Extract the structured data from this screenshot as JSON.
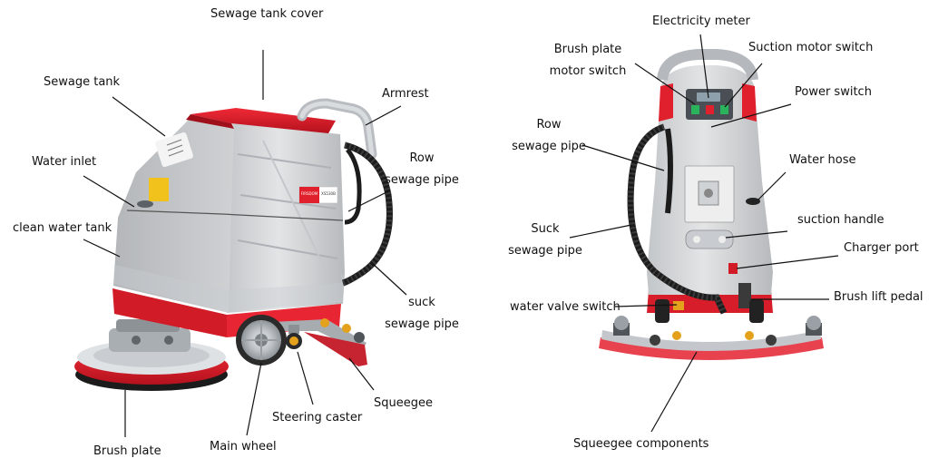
{
  "colors": {
    "body": "#d9dadb",
    "body_shadow": "#b9bbbd",
    "accent_red": "#e0202c",
    "dark_red": "#b1121e",
    "hose": "#1c1c1c",
    "metal": "#c9cdd1",
    "pad_red": "#e8424f",
    "text": "#111111"
  },
  "decals": {
    "brand": "FIRSDOM",
    "model": "XS530B"
  },
  "left_machine": {
    "labels": {
      "sewage_tank_cover": "Sewage tank cover",
      "sewage_tank": "Sewage tank",
      "armrest": "Armrest",
      "water_inlet": "Water inlet",
      "row_sewage_pipe_1": "Row",
      "row_sewage_pipe_2": "sewage pipe",
      "clean_water_tank": "clean water tank",
      "suck_sewage_pipe_1": "suck",
      "suck_sewage_pipe_2": "sewage pipe",
      "squeegee": "Squeegee",
      "steering_caster": "Steering caster",
      "main_wheel": "Main wheel",
      "brush_plate": "Brush plate"
    }
  },
  "right_machine": {
    "labels": {
      "electricity_meter": "Electricity meter",
      "brush_plate_motor_switch_1": "Brush plate",
      "brush_plate_motor_switch_2": "motor switch",
      "suction_motor_switch": "Suction motor switch",
      "power_switch": "Power switch",
      "row_sewage_pipe_1": "Row",
      "row_sewage_pipe_2": "sewage pipe",
      "water_hose": "Water hose",
      "suck_sewage_pipe_1": "Suck",
      "suck_sewage_pipe_2": "sewage pipe",
      "suction_handle": "suction handle",
      "charger_port": "Charger port",
      "water_valve_switch": "water valve switch",
      "brush_lift_pedal": "Brush lift pedal",
      "squeegee_components": "Squeegee components"
    }
  }
}
